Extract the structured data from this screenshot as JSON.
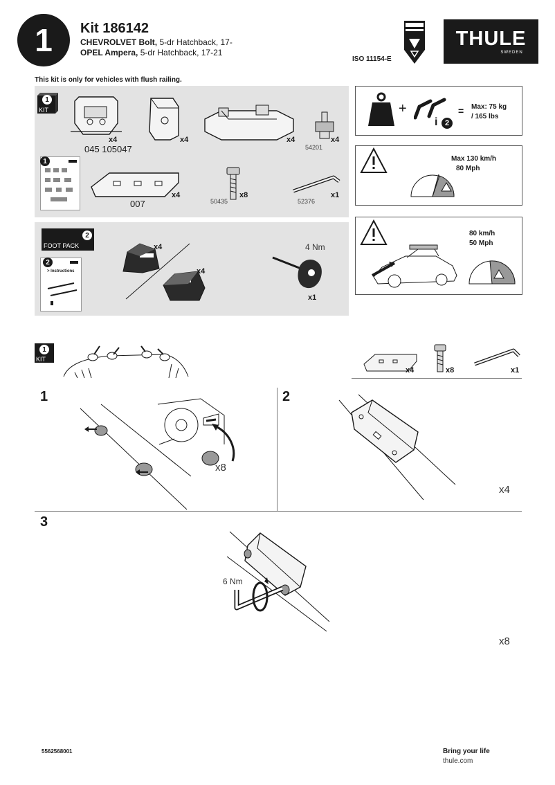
{
  "header": {
    "step_number": "1",
    "kit_title": "Kit 186142",
    "vehicles": [
      {
        "make": "CHEVROLVET Bolt,",
        "detail": "5-dr Hatchback, 17-"
      },
      {
        "make": "OPEL Ampera,",
        "detail": "5-dr Hatchback, 17-21"
      }
    ],
    "iso": "ISO 11154-E",
    "brand": "THULE",
    "brand_sub": "SWEDEN"
  },
  "note": "This kit is only for vehicles with flush railing.",
  "kit_panel": {
    "badge_num": "1",
    "badge_label": "KIT",
    "parts": [
      {
        "qty": "x4",
        "part_no": "045 105047"
      },
      {
        "qty": "x4",
        "part_no": ""
      },
      {
        "qty": "x4",
        "part_no": ""
      },
      {
        "qty": "x4",
        "part_no": "54201"
      },
      {
        "qty": "x4",
        "part_no": "007"
      },
      {
        "qty": "x8",
        "part_no": "50435"
      },
      {
        "qty": "x1",
        "part_no": "52376"
      }
    ],
    "booklet_num": "1"
  },
  "foot_panel": {
    "badge_num": "2",
    "badge_label": "FOOT PACK",
    "booklet_num": "2",
    "booklet_text": "> Instructions",
    "items": [
      {
        "qty": "x4"
      },
      {
        "qty": "x4"
      },
      {
        "qty": "x1",
        "torque": "4 Nm"
      }
    ]
  },
  "load_box": {
    "plus": "+",
    "equals": "=",
    "info_num": "2",
    "max_load": "Max: 75 kg",
    "max_load_lbs": "/ 165 lbs"
  },
  "speed_box": {
    "max_label": "Max  130 km/h",
    "mph": "80 Mph"
  },
  "wind_box": {
    "kmh": "80 km/h",
    "mph": "50 Mph"
  },
  "install_kit": {
    "badge_num": "1",
    "badge_label": "KIT",
    "parts_qty": [
      "x4",
      "x8",
      "x1"
    ]
  },
  "steps": [
    {
      "num": "1",
      "qty": "x8"
    },
    {
      "num": "2",
      "qty": "x4"
    },
    {
      "num": "3",
      "qty": "x8",
      "torque": "6 Nm"
    }
  ],
  "footer": {
    "doc_code": "5562568001",
    "tagline": "Bring your life",
    "url": "thule.com"
  },
  "colors": {
    "ink": "#1a1a1a",
    "panel": "#e3e3e3",
    "rule": "#777777"
  }
}
